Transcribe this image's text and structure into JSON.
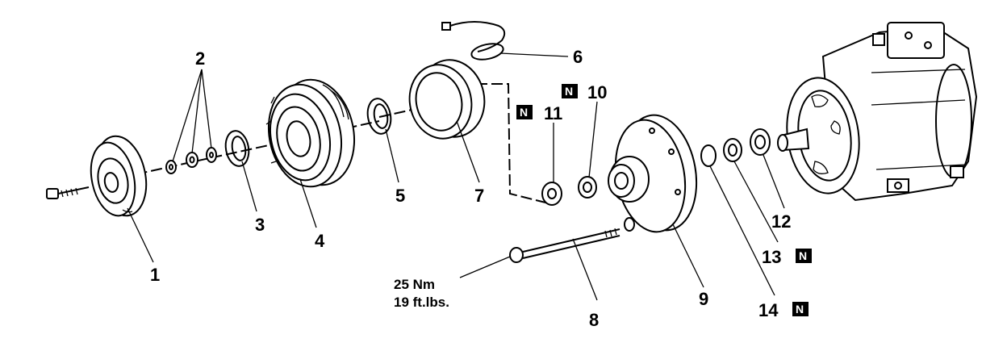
{
  "labels": {
    "p1": "1",
    "p2": "2",
    "p3": "3",
    "p4": "4",
    "p5": "5",
    "p6": "6",
    "p7": "7",
    "p8": "8",
    "p9": "9",
    "p10": "10",
    "p11": "11",
    "p12": "12",
    "p13": "13",
    "p14": "14"
  },
  "new_part_marker": "N",
  "torque_spec": {
    "nm": "25 Nm",
    "ftlbs": "19 ft.lbs."
  }
}
